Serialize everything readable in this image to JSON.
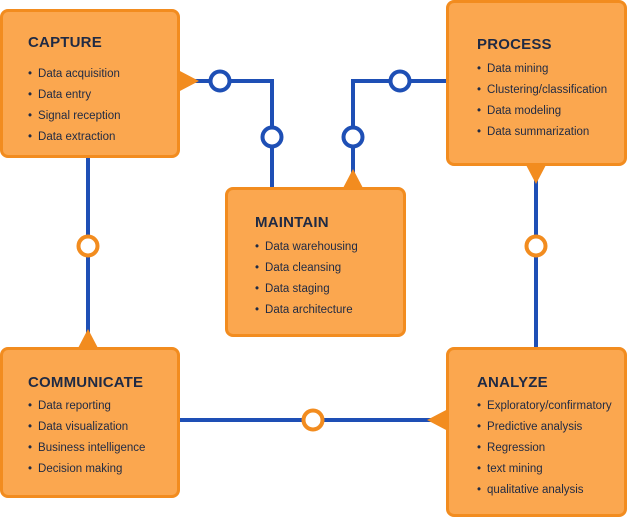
{
  "colors": {
    "box_fill": "#fba74f",
    "box_border": "#f28c1f",
    "connector_line": "#1e4fb5",
    "connector_ring_blue": "#1e4fb5",
    "connector_ring_orange": "#f28c1f",
    "text": "#1f2a44"
  },
  "stages": {
    "capture": {
      "title": "CAPTURE",
      "items": [
        "Data acquisition",
        "Data entry",
        "Signal reception",
        "Data extraction"
      ]
    },
    "process": {
      "title": "PROCESS",
      "items": [
        "Data mining",
        "Clustering/classification",
        "Data modeling",
        "Data summarization"
      ]
    },
    "maintain": {
      "title": "MAINTAIN",
      "items": [
        "Data warehousing",
        "Data cleansing",
        "Data staging",
        "Data architecture"
      ]
    },
    "communicate": {
      "title": "COMMUNICATE",
      "items": [
        "Data reporting",
        "Data visualization",
        "Business intelligence",
        "Decision making"
      ]
    },
    "analyze": {
      "title": "ANALYZE",
      "items": [
        "Exploratory/confirmatory",
        "Predictive analysis",
        "Regression",
        "text mining",
        "qualitative analysis"
      ]
    }
  }
}
